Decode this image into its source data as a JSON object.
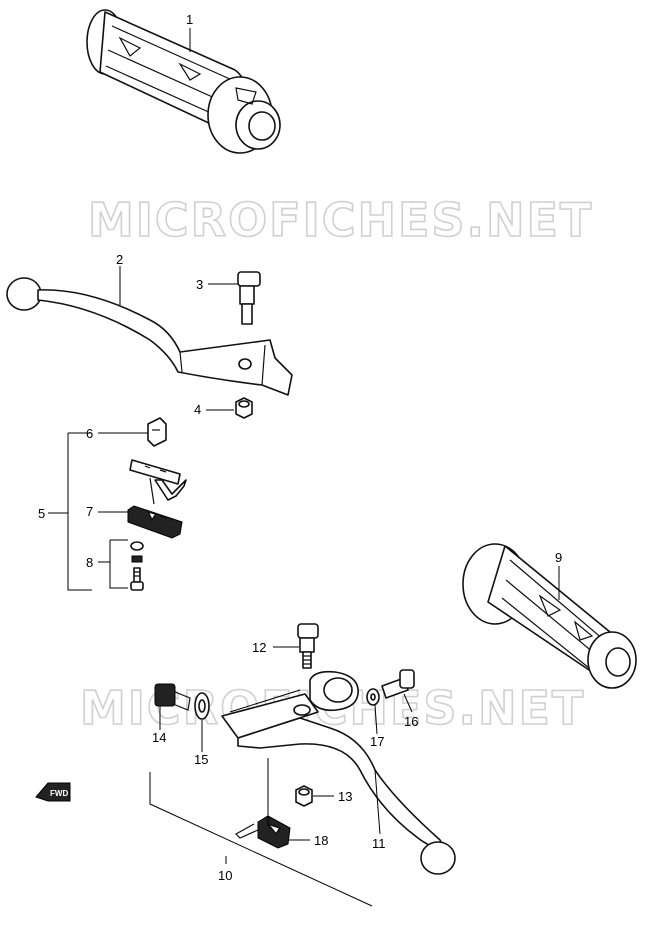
{
  "watermark": {
    "top": "MICROFICHES.NET",
    "middle": "MICROFICHES.NET"
  },
  "direction_badge": "FWD",
  "callouts": {
    "c1": "1",
    "c2": "2",
    "c3": "3",
    "c4": "4",
    "c5": "5",
    "c6": "6",
    "c7": "7",
    "c8": "8",
    "c9": "9",
    "c10": "10",
    "c11": "11",
    "c12": "12",
    "c13": "13",
    "c14": "14",
    "c15": "15",
    "c16": "16",
    "c17": "17",
    "c18": "18"
  }
}
